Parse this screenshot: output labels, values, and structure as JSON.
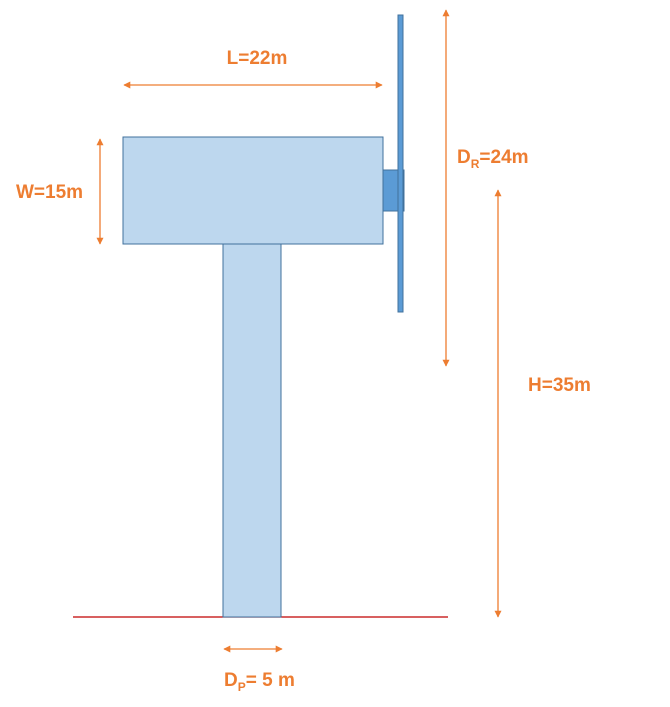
{
  "colors": {
    "annotation": "#ED7D31",
    "body_fill": "#BDD7EE",
    "body_stroke": "#41719C",
    "rotor_fill": "#5B9BD5",
    "ground": "#C00000"
  },
  "labels": {
    "length": "L=22m",
    "width": "W=15m",
    "rotor_main": "D",
    "rotor_sub": "R",
    "rotor_value": "=24m",
    "height": "H=35m",
    "pole_main": "D",
    "pole_sub": "P",
    "pole_value": "= 5 m"
  }
}
